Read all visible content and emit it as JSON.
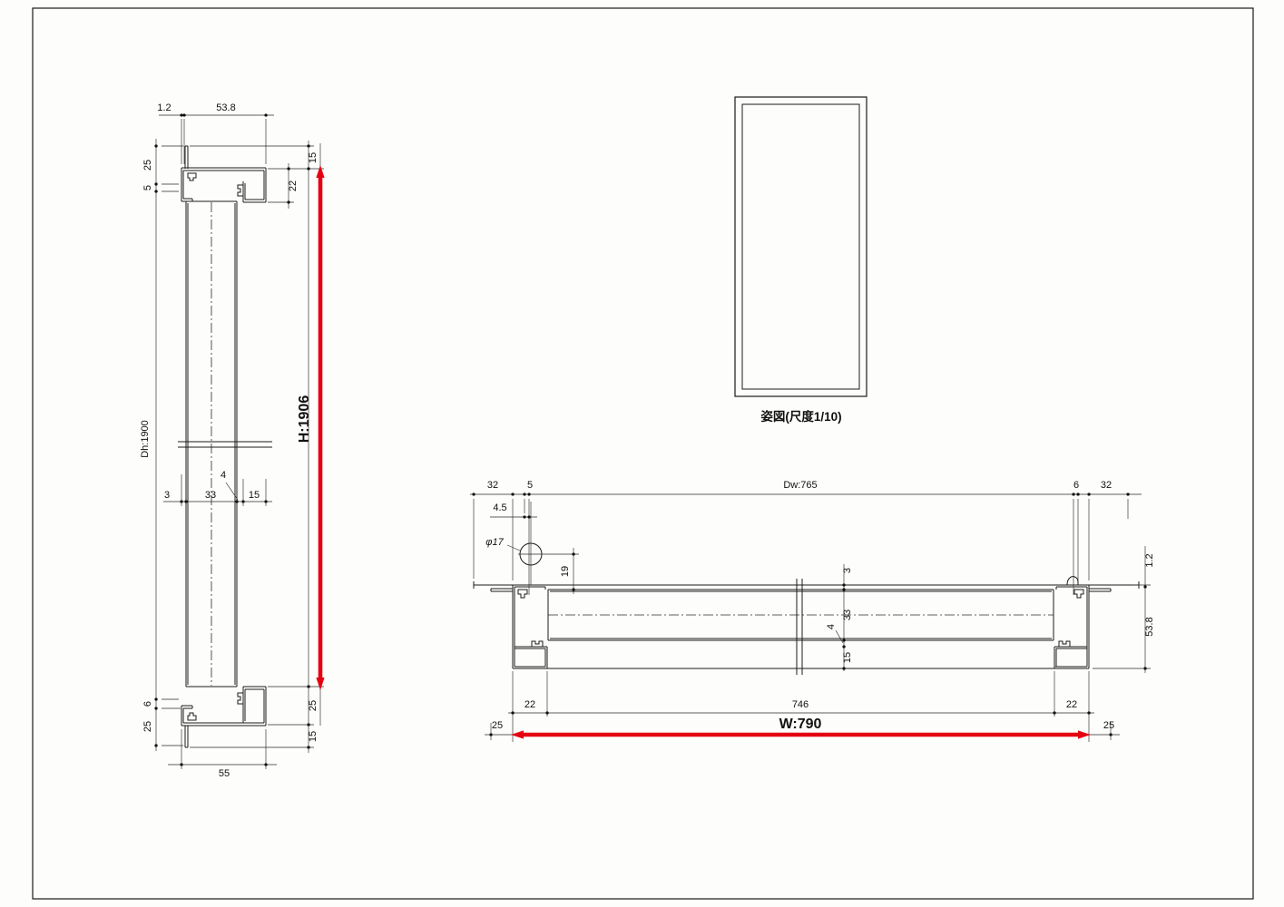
{
  "page": {
    "background": "#fdfdfb",
    "border_color": "#1a1a1a",
    "line_color": "#1a1a1a",
    "accent_red": "#e50012"
  },
  "elevation_view": {
    "caption": "姿図(尺度1/10)"
  },
  "vertical_section": {
    "dims": {
      "top_wall": "1.2",
      "top_depth": "53.8",
      "left_25": "25",
      "left_5": "5",
      "door_height": "Dh:1900",
      "stop_22": "22",
      "top_15": "15",
      "overall_height": "H:1906",
      "gap_4": "4",
      "gap_3": "3",
      "leaf_33": "33",
      "stop_15": "15",
      "bottom_6": "6",
      "bottom_left_25": "25",
      "bottom_right_25": "25",
      "bottom_right_15": "15",
      "width_55": "55"
    }
  },
  "horizontal_section": {
    "dims": {
      "left_32": "32",
      "left_5": "5",
      "daylight_width": "Dw:765",
      "right_6": "6",
      "right_32": "32",
      "offset_45": "4.5",
      "hole_dia": "φ17",
      "offset_19": "19",
      "gap_3": "3",
      "leaf_33": "33",
      "gap_4": "4",
      "stop_15": "15",
      "wall_12": "1.2",
      "depth_538": "53.8",
      "left_22": "22",
      "clear_746": "746",
      "right_22": "22",
      "left_25": "25",
      "overall_width": "W:790",
      "right_25": "25"
    }
  }
}
